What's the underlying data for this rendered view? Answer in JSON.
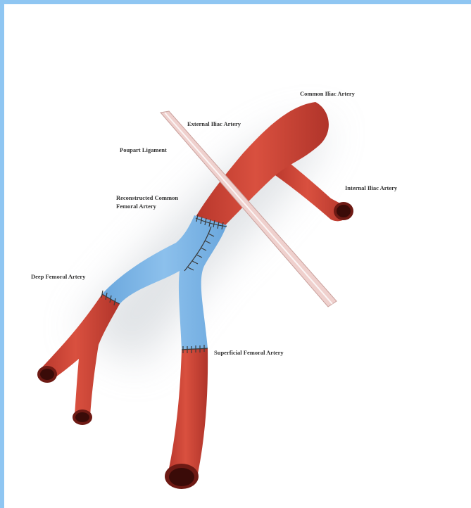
{
  "diagram": {
    "labels": {
      "common_iliac": "Common Iliac Artery",
      "external_iliac": "External Iliac Artery",
      "poupart": "Poupart Ligament",
      "reconstructed_line1": "Reconstructed Common",
      "reconstructed_line2": "Femoral Artery",
      "internal_iliac": "Internal Iliac Artery",
      "deep_femoral": "Deep Femoral Artery",
      "superficial_femoral": "Superficial Femoral Artery"
    },
    "colors": {
      "artery_red": "#d2473a",
      "artery_red_dark": "#a8322a",
      "graft_blue": "#7fb6e6",
      "graft_blue_dark": "#5a93c8",
      "lumen": "#3a0b08",
      "ligament": "#f0d4d2",
      "frame": "#8fc6f2"
    }
  }
}
